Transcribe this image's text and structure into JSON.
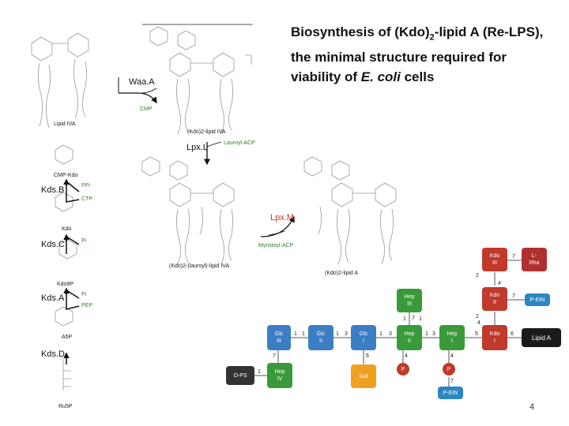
{
  "title": {
    "part1": "Biosynthesis of (Kdo)",
    "sub": "2",
    "part2": "-lipid A (Re-LPS),",
    "line2": "the minimal structure required for",
    "line3_a": "viability of ",
    "line3_italic": "E. coli",
    "line3_b": " cells"
  },
  "enzymes": {
    "waaA": "Waa.A",
    "lpxL": "Lpx.L",
    "lpxM": "Lpx.M",
    "kdsB": "Kds.B",
    "kdsC": "Kds.C",
    "kdsA": "Kds.A",
    "kdsD": "Kds.D"
  },
  "labels": {
    "cmp": "CMP",
    "lipid_iva": "Lipid IVA",
    "kdo2_lipid_iva": "(Kdo)2-lipid IVA",
    "lauroyl_acp": "Lauroyl-ACP",
    "cmp_kdo": "CMP-Kdo",
    "ppi": "PPi",
    "ctp": "CTP",
    "kdo": "Kdo",
    "pi_1": "Pi",
    "myristoyl_acp": "Myristoyl-ACP",
    "kdo2_lauroyl_lipid_iva": "(Kdo)2-(lauroyl)-lipid IVA",
    "kdo2_lipid_a": "(Kdo)2-lipid A",
    "kdo8p": "Kdo8P",
    "pi_2": "Pi",
    "pep": "PEP",
    "a5p": "A5P",
    "ru5p": "Ru5P"
  },
  "lps_diagram": {
    "nodes": {
      "kdo3": "Kdo\nIII",
      "lrha": "L-\nRha",
      "kdo2": "Kdo\nII",
      "petn_1": "P-EtN",
      "hep3": "Hep\nIII",
      "hep2": "Hep\nII",
      "hep1": "Hep\nI",
      "kdo1": "Kdo\nI",
      "lipid_a": "Lipid A",
      "glc3": "Glc\nIII",
      "glc2": "Glc\nII",
      "glc1": "Glc\nI",
      "ops": "O-PS",
      "hep4": "Hep\nIV",
      "gal": "Gal",
      "p1": "P",
      "p2": "P",
      "petn_2": "P-EtN"
    },
    "link_numbers": {
      "kdo1_lipida": "6",
      "hep1_kdo1": "5",
      "hep2_hep1": "3",
      "glc1_hep2": "3",
      "glc2_glc1": "3",
      "glc3_glc2": "1",
      "ops_hep4": "1",
      "hep4_glc3": "7",
      "gal_glc1": "6",
      "hep3_hep2": "1",
      "hep3_hep2_b": "7",
      "p_hep1": "4",
      "p_hep2": "4",
      "petn_hep": "7",
      "kdo2_kdo1_a": "2",
      "kdo2_kdo1_b": "4",
      "kdo3_kdo2_a": "2",
      "kdo3_kdo2_b": "4",
      "lrha_kdo3": "7",
      "petn_kdo2": "7",
      "glc1_a": "1",
      "glc2_a": "1",
      "hep1_b": "1",
      "hep2_b": "1",
      "glc1_b": "1"
    },
    "colors": {
      "kdo": "#c0392b",
      "lipid_a": "#1a1a1a",
      "hep": "#3a9a3a",
      "glc": "#3b7ec4",
      "gal": "#f0a020",
      "phosphate": "#c0392b",
      "petn": "#2e86c1",
      "ops": "#333333",
      "lrha": "#b03030"
    }
  },
  "page_number": "4"
}
